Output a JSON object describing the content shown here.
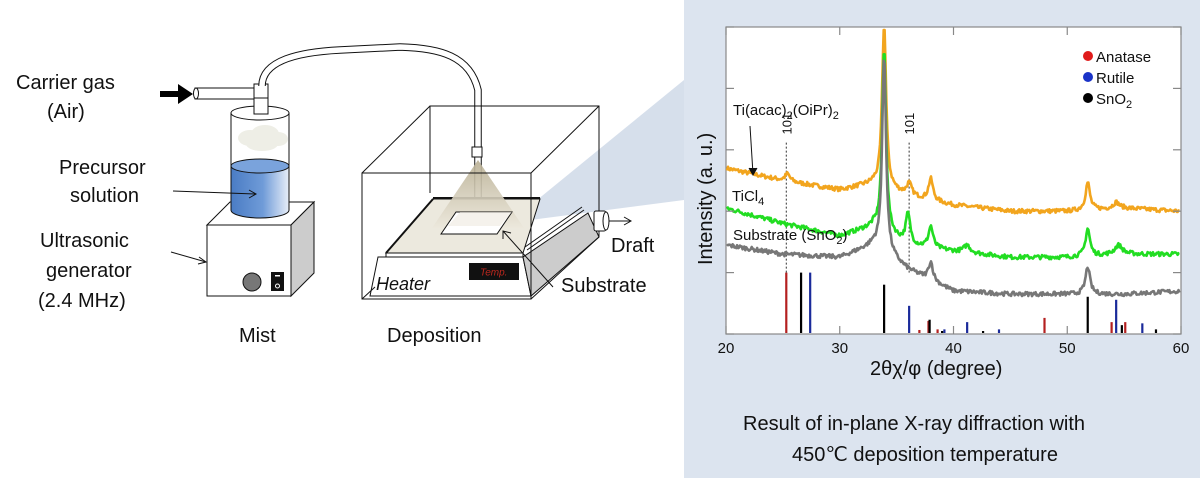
{
  "setup": {
    "carrier_gas_line1": "Carrier gas",
    "carrier_gas_line2": "(Air)",
    "precursor_line1": "Precursor",
    "precursor_line2": "solution",
    "ultrasonic_line1": "Ultrasonic",
    "ultrasonic_line2": "generator",
    "ultrasonic_line3": "(2.4 MHz)",
    "mist_label": "Mist",
    "deposition_label": "Deposition",
    "heater_label": "Heater",
    "temp_display": "Temp.",
    "draft_label": "Draft",
    "substrate_label": "Substrate"
  },
  "colors": {
    "panel_bg": "#dce4ef",
    "anatase": "#e01b1b",
    "rutile": "#1a33c8",
    "sno2": "#000000",
    "curve_ti_acac": "#f2a51e",
    "curve_ticl4": "#22dd22",
    "curve_substrate": "#777777",
    "solution_blue": "#4a7cc4"
  },
  "caption": {
    "line1": "Result of in-plane X-ray diffraction with",
    "line2": "450℃ deposition temperature"
  },
  "chart_data": {
    "type": "line",
    "title": "",
    "xlabel": "2θχ/φ (degree)",
    "ylabel": "Intensity (a. u.)",
    "xlim": [
      20,
      60
    ],
    "ylim": [
      0,
      5
    ],
    "xticks": [
      20,
      30,
      40,
      50,
      60
    ],
    "grid": false,
    "legend": {
      "position": "top-right",
      "entries": [
        {
          "label": "Anatase",
          "color_key": "anatase"
        },
        {
          "label": "Rutile",
          "color_key": "rutile"
        },
        {
          "label": "SnO",
          "sub": "2",
          "color_key": "sno2"
        }
      ]
    },
    "series": [
      {
        "name": "Ti(acac)2(OiPr)2",
        "label_main": "Ti(acac)",
        "label_sub1": "2",
        "label_mid": "(OiPr)",
        "label_sub2": "2",
        "color_key": "curve_ti_acac",
        "baseline": [
          [
            20,
            2.7
          ],
          [
            25,
            2.5
          ],
          [
            30,
            2.35
          ],
          [
            33,
            2.45
          ],
          [
            36,
            2.25
          ],
          [
            40,
            2.1
          ],
          [
            45,
            2.0
          ],
          [
            50,
            2.0
          ],
          [
            55,
            2.05
          ],
          [
            60,
            2.0
          ]
        ],
        "peaks": [
          [
            25.4,
            0.12,
            0.4
          ],
          [
            33.9,
            2.75,
            0.3
          ],
          [
            36.1,
            0.2,
            0.4
          ],
          [
            38.0,
            0.35,
            0.35
          ],
          [
            51.8,
            0.45,
            0.35
          ],
          [
            54.3,
            0.1,
            0.5
          ]
        ]
      },
      {
        "name": "TiCl4",
        "label_main": "TiCl",
        "label_sub1": "4",
        "label_mid": "",
        "label_sub2": "",
        "color_key": "curve_ticl4",
        "baseline": [
          [
            20,
            2.05
          ],
          [
            25,
            1.8
          ],
          [
            30,
            1.6
          ],
          [
            33,
            1.75
          ],
          [
            36,
            1.45
          ],
          [
            40,
            1.35
          ],
          [
            45,
            1.25
          ],
          [
            50,
            1.25
          ],
          [
            55,
            1.3
          ],
          [
            60,
            1.3
          ]
        ],
        "peaks": [
          [
            33.9,
            3.0,
            0.3
          ],
          [
            36.0,
            0.5,
            0.35
          ],
          [
            38.0,
            0.35,
            0.35
          ],
          [
            41.2,
            0.12,
            0.5
          ],
          [
            51.8,
            0.45,
            0.35
          ],
          [
            54.5,
            0.15,
            0.6
          ]
        ]
      },
      {
        "name": "Substrate (SnO2)",
        "label_main": "Substrate (SnO",
        "label_sub1": "2",
        "label_mid": ")",
        "label_sub2": "",
        "color_key": "curve_substrate",
        "baseline": [
          [
            20,
            1.45
          ],
          [
            25,
            1.3
          ],
          [
            30,
            1.25
          ],
          [
            33,
            1.45
          ],
          [
            36,
            1.05
          ],
          [
            40,
            0.7
          ],
          [
            45,
            0.65
          ],
          [
            50,
            0.65
          ],
          [
            55,
            0.65
          ],
          [
            60,
            0.7
          ]
        ],
        "peaks": [
          [
            33.9,
            3.2,
            0.3
          ],
          [
            38.0,
            0.3,
            0.35
          ],
          [
            51.8,
            0.45,
            0.35
          ]
        ]
      }
    ],
    "reference_lines": {
      "anatase": [
        [
          25.3,
          1.0
        ],
        [
          37.0,
          0.05
        ],
        [
          37.8,
          0.2
        ],
        [
          38.6,
          0.06
        ],
        [
          48.0,
          0.25
        ],
        [
          53.9,
          0.18
        ],
        [
          55.1,
          0.18
        ]
      ],
      "rutile": [
        [
          27.4,
          1.0
        ],
        [
          36.1,
          0.45
        ],
        [
          39.2,
          0.06
        ],
        [
          41.2,
          0.18
        ],
        [
          44.0,
          0.06
        ],
        [
          54.3,
          0.55
        ],
        [
          56.6,
          0.16
        ]
      ],
      "sno2": [
        [
          26.6,
          1.0
        ],
        [
          33.9,
          0.8
        ],
        [
          37.9,
          0.22
        ],
        [
          39.0,
          0.03
        ],
        [
          42.6,
          0.01
        ],
        [
          51.8,
          0.6
        ],
        [
          54.8,
          0.13
        ],
        [
          57.8,
          0.06
        ]
      ]
    },
    "annotations": [
      {
        "text": "101",
        "x": 25.3,
        "phase": "anatase"
      },
      {
        "text": "101",
        "x": 36.1,
        "phase": "rutile"
      }
    ]
  }
}
